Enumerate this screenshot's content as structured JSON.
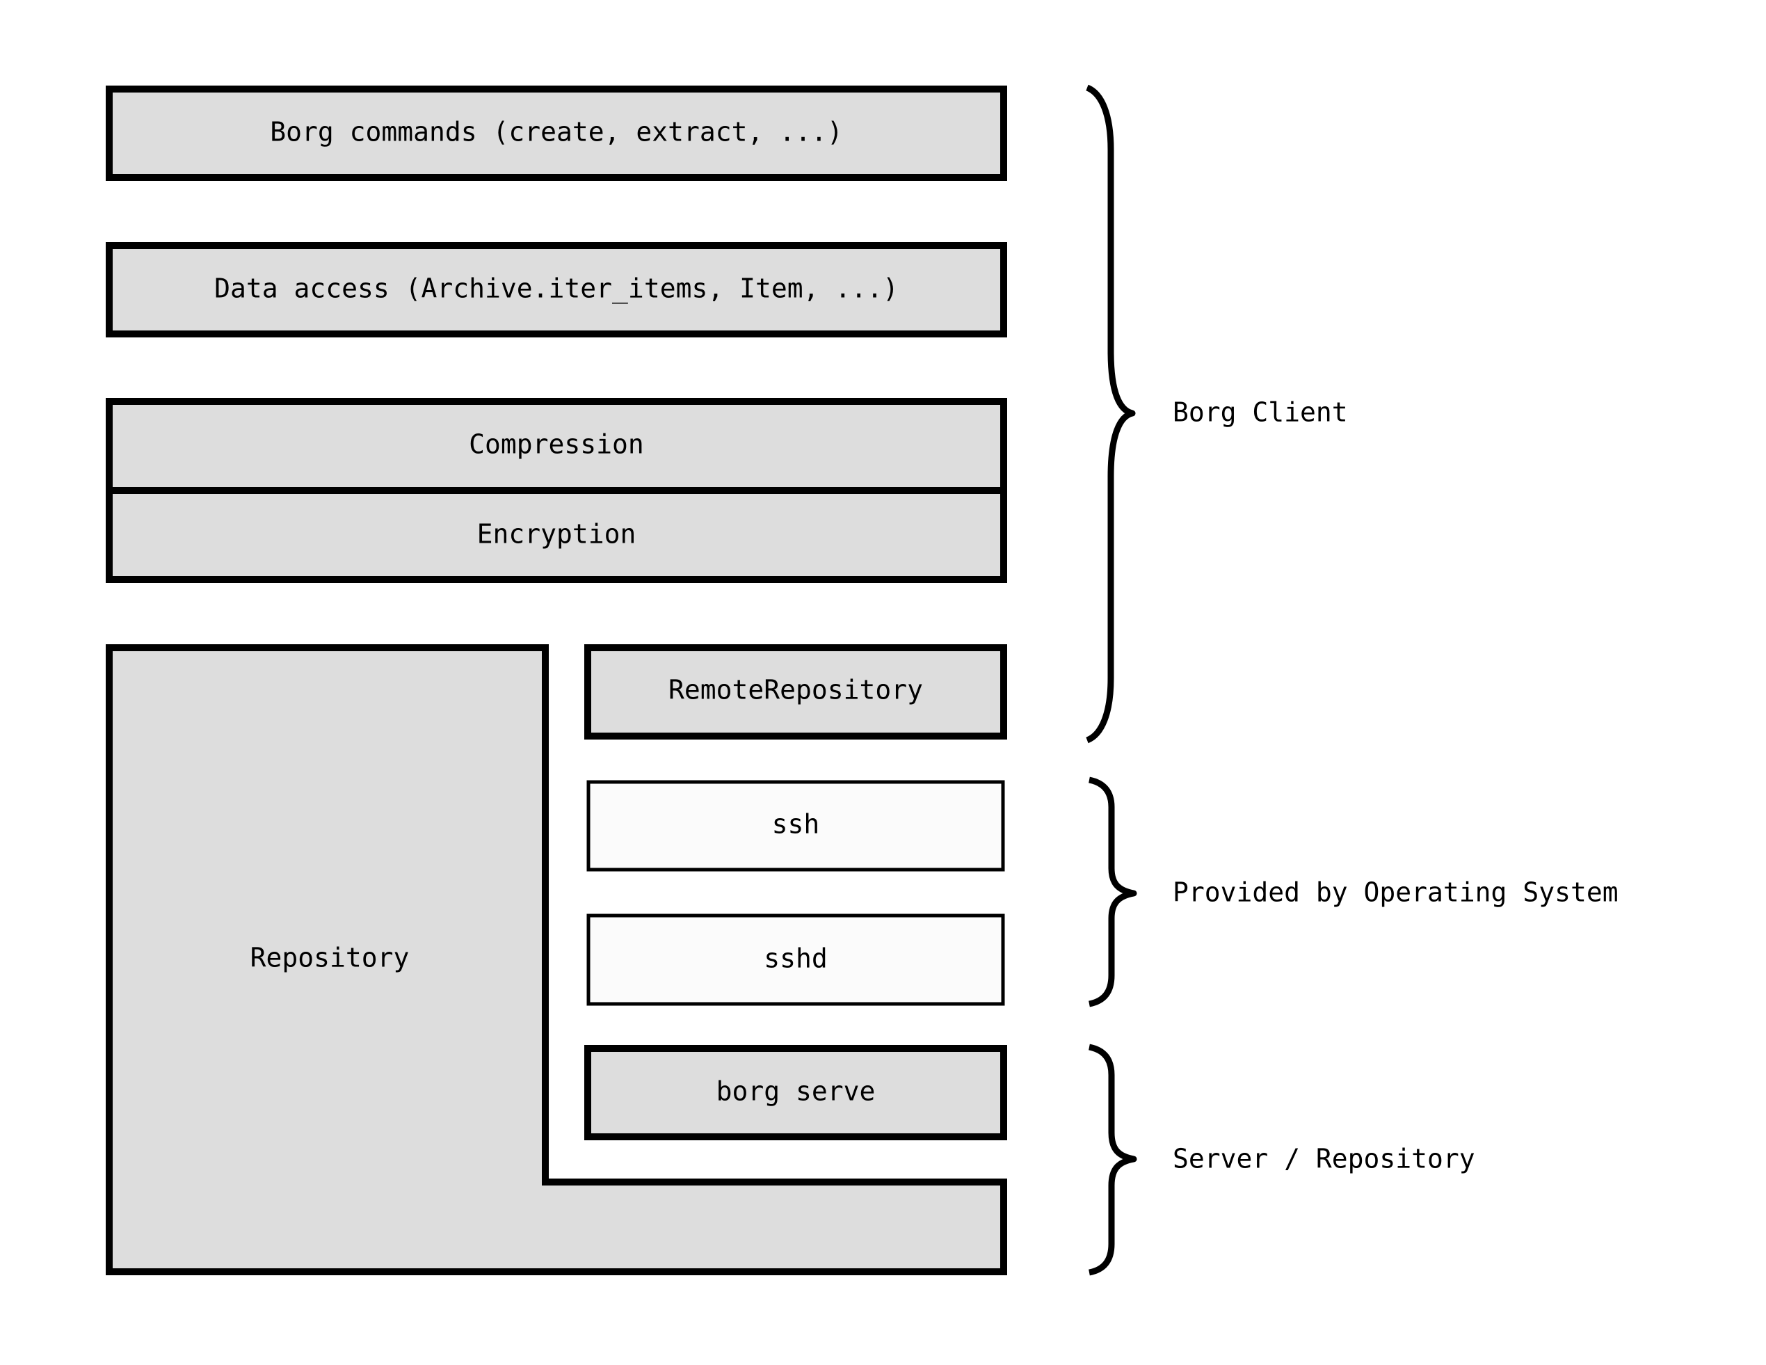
{
  "colors": {
    "layer_fill": "#dddddd",
    "os_fill": "#fbfbfb",
    "stroke": "#000000",
    "background": "#ffffff"
  },
  "layers": {
    "borg_commands": "Borg commands (create, extract, ...)",
    "data_access": "Data access (Archive.iter_items, Item, ...)",
    "compression": "Compression",
    "encryption": "Encryption",
    "repository": "Repository",
    "remote_repository": "RemoteRepository",
    "ssh": "ssh",
    "sshd": "sshd",
    "borg_serve": "borg serve"
  },
  "groups": {
    "borg_client": "Borg Client",
    "operating_system": "Provided by Operating System",
    "server_repository": "Server / Repository"
  }
}
